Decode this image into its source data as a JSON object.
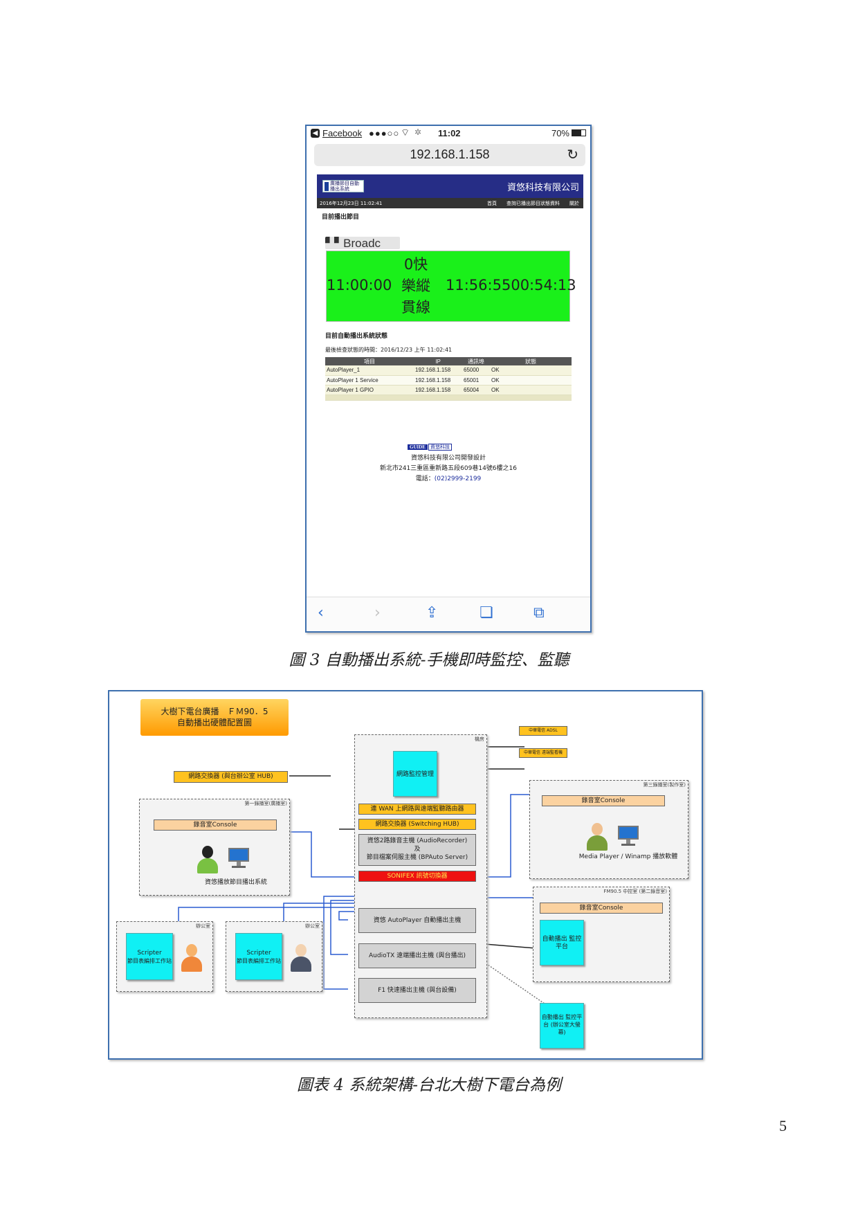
{
  "phone": {
    "status_bar": {
      "back_app": "Facebook",
      "carrier": "●●●○○",
      "time": "11:02",
      "battery": "70%"
    },
    "url": "192.168.1.158",
    "site": {
      "logo_text": "廣播節目自動播出系統",
      "company": "資悠科技有限公司",
      "nav_date": "2016年12月23日 11:02:41",
      "nav_links": [
        "首頁",
        "查詢已播出節目狀態資料",
        "關於"
      ],
      "current_program_heading": "目前播出節目",
      "player_tab": "Broadc",
      "now_playing": {
        "start_time": "11:00:00",
        "title": "0快樂縱貫線",
        "end_time": "11:56:55",
        "remaining": "00:54:13"
      },
      "system_status_heading": "目前自動播出系統狀態",
      "last_check": "最後檢查狀態的時間：2016/12/23 上午 11:02:41",
      "table": {
        "headers": [
          "項目",
          "IP",
          "通訊埠",
          "狀態"
        ],
        "rows": [
          [
            "AutoPlayer_1",
            "192.168.1.158",
            "65000",
            "OK"
          ],
          [
            "AutoPlayer 1 Service",
            "192.168.1.158",
            "65001",
            "OK"
          ],
          [
            "AutoPlayer 1 GPIO",
            "192.168.1.158",
            "65004",
            "OK"
          ]
        ]
      },
      "footer": {
        "guide_logo": "GUIDE",
        "guide_logo_sub": "資悠科技",
        "line1": "資悠科技有限公司開發設計",
        "line2": "新北市241三重區重新路五段609巷14號6樓之16",
        "tel_label": "電話：",
        "tel": "(02)2999-2199"
      }
    },
    "toolbar": [
      "back-icon",
      "forward-icon",
      "share-icon",
      "bookmarks-icon",
      "tabs-icon"
    ]
  },
  "caption3": "圖 3 自動播出系統-手機即時監控、監聽",
  "arch": {
    "title_line1": "大樹下電台廣播　ＦＭ90．5",
    "title_line2": "自動播出硬體配置圖",
    "labels": {
      "adsl": "中華電信 ADSL",
      "remote_monitor": "中華電信 遠端監看機",
      "machine_room": "機房",
      "monitor_center": "網路監控管理",
      "hub_office": "網路交換器 (與台辦公室 HUB)",
      "studio1": "第一錄播室(廣播室)",
      "studio1_console": "錄音室Console",
      "studio1_desc": "資悠播放節目播出系統",
      "studio3": "第三錄播室(製作室)",
      "studio3_console": "錄音室Console",
      "studio3_desc": "Media Player / Winamp 播放軟體",
      "wan": "連 WAN 上網路與遠端監聽路由器",
      "switch": "網路交換器 (Switching HUB)",
      "recorder": "資悠2路錄音主機 (AudioRecorder)",
      "recorder_and": "及",
      "bpauto": "節目檔案伺服主機 (BPAuto Server)",
      "sonifex": "SONIFEX 訊號切換器",
      "autoplayer": "資悠 AutoPlayer 自動播出主機",
      "audiotx": "AudioTX 遠端播出主機 (與台播出)",
      "f1": "F1 快速播出主機 (與台設備)",
      "office1": "辦公室",
      "office2": "辦公室",
      "scripter1": "Scripter",
      "scripter1_desc": "節目表編排工作站",
      "scripter2": "Scripter",
      "scripter2_desc": "節目表編排工作站",
      "fm905": "FM90.5 中控室 (第二錄音室)",
      "fm905_console": "錄音室Console",
      "auto_monitor1": "自動播出 監控平台",
      "auto_monitor2": "自動播出 監控平台 (辦公室大螢幕)"
    }
  },
  "caption4": "圖表 4 系統架構-台北大樹下電台為例",
  "page_number": "5"
}
